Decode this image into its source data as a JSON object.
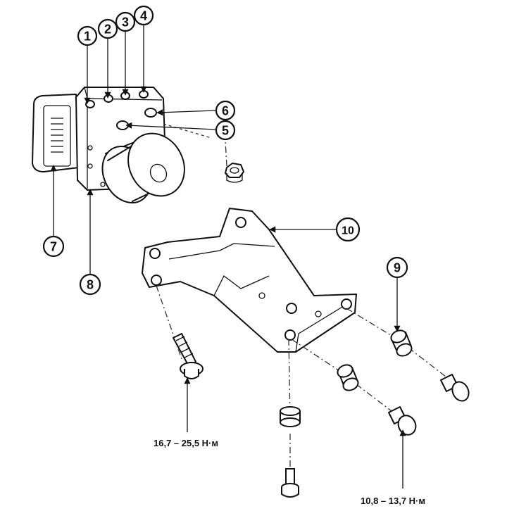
{
  "callouts": [
    {
      "id": "1",
      "label": "1"
    },
    {
      "id": "2",
      "label": "2"
    },
    {
      "id": "3",
      "label": "3"
    },
    {
      "id": "4",
      "label": "4"
    },
    {
      "id": "5",
      "label": "5"
    },
    {
      "id": "6",
      "label": "6"
    },
    {
      "id": "7",
      "label": "7"
    },
    {
      "id": "8",
      "label": "8"
    },
    {
      "id": "9",
      "label": "9"
    },
    {
      "id": "10",
      "label": "10"
    }
  ],
  "torque": {
    "bracket_bolt": "16,7 – 25,5 Н·м",
    "mount_bolt": "10,8 – 13,7 Н·м"
  }
}
